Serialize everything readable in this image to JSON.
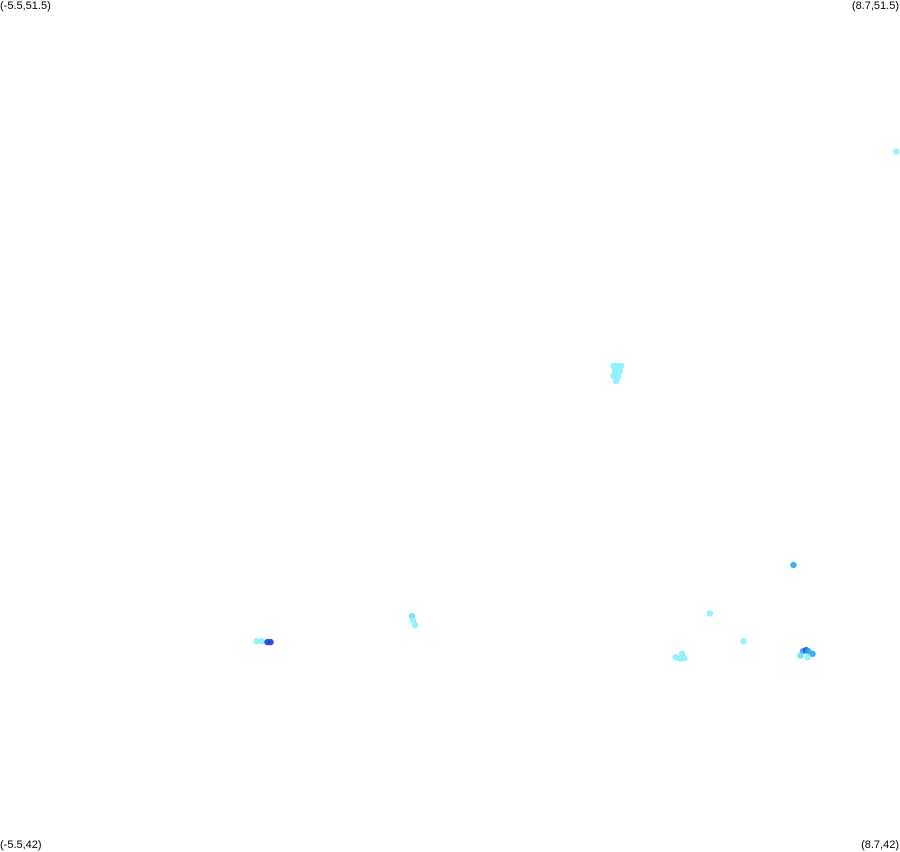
{
  "corners": {
    "top_left": "(-5.5,51.5)",
    "top_right": "(8.7,51.5)",
    "bottom_left": "(-5.5,42)",
    "bottom_right": "(8.7,42)"
  },
  "chart_data": {
    "type": "scatter",
    "title": "",
    "xlabel": "",
    "ylabel": "",
    "xlim": [
      -5.5,
      8.7
    ],
    "ylim": [
      42,
      51.5
    ],
    "grid": false,
    "legend": "none",
    "colors": {
      "light": "#88f0ff",
      "mid_light": "#6fdcff",
      "medium": "#2aa6ee",
      "dark": "#1c44d6"
    },
    "points": [
      {
        "x": 8.64,
        "y": 49.81,
        "c": "light"
      },
      {
        "x": 4.18,
        "y": 47.42,
        "c": "light"
      },
      {
        "x": 4.24,
        "y": 47.42,
        "c": "light"
      },
      {
        "x": 4.3,
        "y": 47.42,
        "c": "light"
      },
      {
        "x": 4.2,
        "y": 47.36,
        "c": "light"
      },
      {
        "x": 4.28,
        "y": 47.36,
        "c": "light"
      },
      {
        "x": 4.18,
        "y": 47.31,
        "c": "light"
      },
      {
        "x": 4.25,
        "y": 47.3,
        "c": "light"
      },
      {
        "x": 4.22,
        "y": 47.25,
        "c": "light"
      },
      {
        "x": 7.02,
        "y": 45.2,
        "c": "medium"
      },
      {
        "x": 1.0,
        "y": 44.63,
        "c": "mid_light"
      },
      {
        "x": 1.02,
        "y": 44.58,
        "c": "light"
      },
      {
        "x": 1.05,
        "y": 44.53,
        "c": "light"
      },
      {
        "x": -1.45,
        "y": 44.35,
        "c": "light"
      },
      {
        "x": -1.37,
        "y": 44.35,
        "c": "light"
      },
      {
        "x": -1.28,
        "y": 44.34,
        "c": "dark"
      },
      {
        "x": -1.23,
        "y": 44.34,
        "c": "dark"
      },
      {
        "x": 5.7,
        "y": 44.66,
        "c": "light"
      },
      {
        "x": 6.23,
        "y": 44.35,
        "c": "light"
      },
      {
        "x": 5.16,
        "y": 44.17,
        "c": "light"
      },
      {
        "x": 5.23,
        "y": 44.16,
        "c": "light"
      },
      {
        "x": 5.3,
        "y": 44.16,
        "c": "light"
      },
      {
        "x": 5.26,
        "y": 44.21,
        "c": "light"
      },
      {
        "x": 7.17,
        "y": 44.24,
        "c": "medium"
      },
      {
        "x": 7.22,
        "y": 44.25,
        "c": "dark"
      },
      {
        "x": 7.25,
        "y": 44.24,
        "c": "medium"
      },
      {
        "x": 7.32,
        "y": 44.21,
        "c": "medium"
      },
      {
        "x": 7.13,
        "y": 44.19,
        "c": "mid_light"
      },
      {
        "x": 7.24,
        "y": 44.17,
        "c": "light"
      }
    ]
  }
}
